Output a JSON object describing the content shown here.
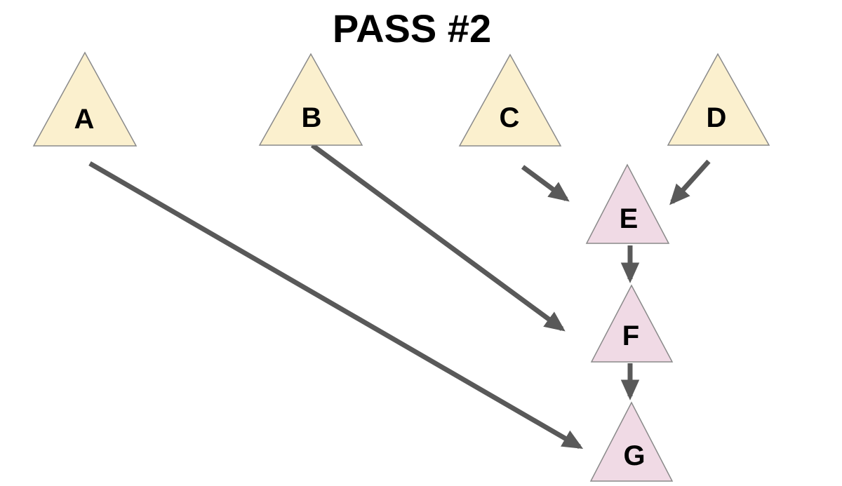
{
  "title": "PASS #2",
  "diagram": {
    "nodes": [
      {
        "id": "A",
        "label": "A",
        "color": "#FBF0CE",
        "group": "yellow"
      },
      {
        "id": "B",
        "label": "B",
        "color": "#FBF0CE",
        "group": "yellow"
      },
      {
        "id": "C",
        "label": "C",
        "color": "#FBF0CE",
        "group": "yellow"
      },
      {
        "id": "D",
        "label": "D",
        "color": "#FBF0CE",
        "group": "yellow"
      },
      {
        "id": "E",
        "label": "E",
        "color": "#F0DAE5",
        "group": "pink"
      },
      {
        "id": "F",
        "label": "F",
        "color": "#F0DAE5",
        "group": "pink"
      },
      {
        "id": "G",
        "label": "G",
        "color": "#F0DAE5",
        "group": "pink"
      }
    ],
    "edges": [
      {
        "from": "A",
        "to": "G"
      },
      {
        "from": "B",
        "to": "F"
      },
      {
        "from": "C",
        "to": "E"
      },
      {
        "from": "D",
        "to": "E"
      },
      {
        "from": "E",
        "to": "F"
      },
      {
        "from": "F",
        "to": "G"
      }
    ],
    "colors": {
      "node_fill_yellow": "#FBF0CE",
      "node_fill_pink": "#F0DAE5",
      "node_border": "#8A8A8A",
      "arrow": "#595959",
      "label_text": "#000000",
      "background": "#FFFFFF"
    }
  }
}
